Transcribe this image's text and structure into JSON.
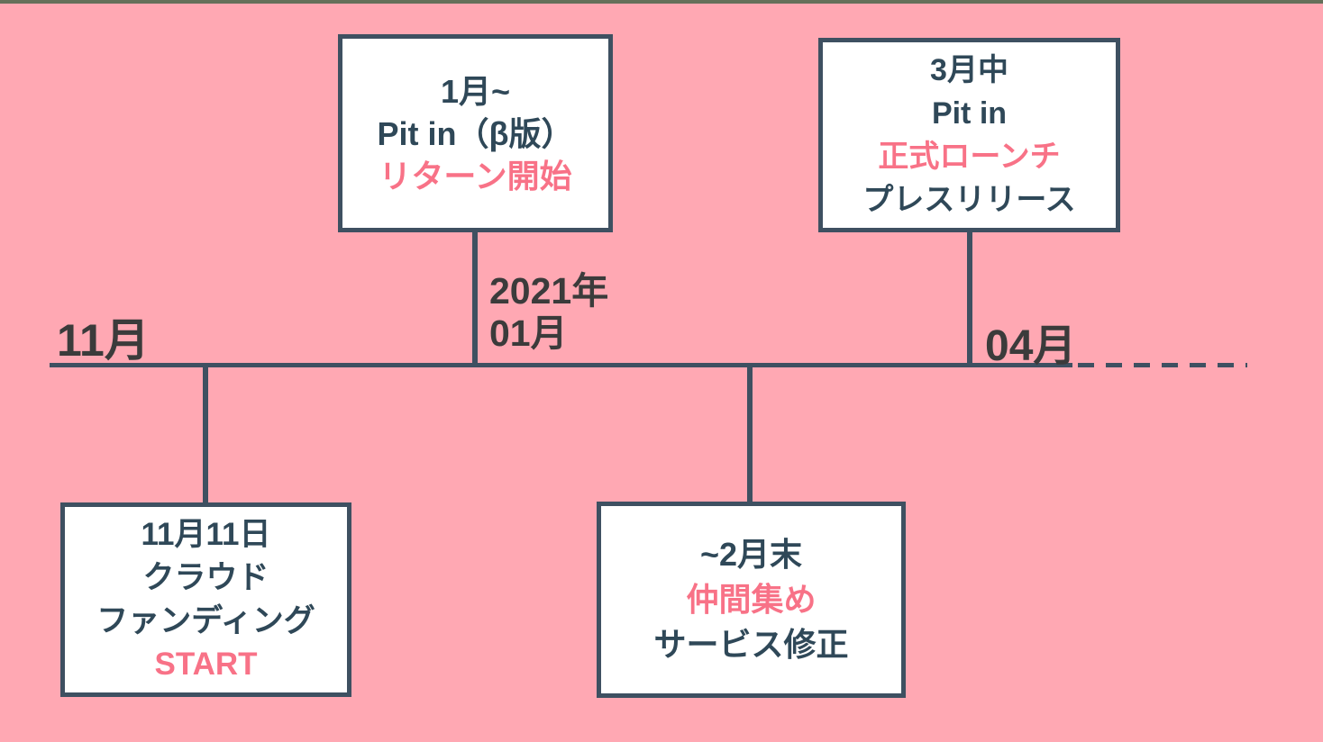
{
  "colors": {
    "background": "#FFA8B3",
    "line": "#3E5061",
    "box_text": "#2F4858",
    "label_text": "#3B3B3B",
    "accent": "#F87287",
    "box_fill": "#FFFFFF"
  },
  "timeline": {
    "month_labels": [
      {
        "text": "11月"
      },
      {
        "line1": "2021年",
        "line2": "01月"
      },
      {
        "text": "04月"
      }
    ]
  },
  "events": [
    {
      "id": "crowdfunding-start",
      "position": "bottom",
      "lines": [
        {
          "text": "11月11日",
          "accent": false
        },
        {
          "text": "クラウド",
          "accent": false
        },
        {
          "text": "ファンディング",
          "accent": false
        },
        {
          "text": "START",
          "accent": true
        }
      ]
    },
    {
      "id": "beta-return",
      "position": "top",
      "lines": [
        {
          "text": "1月~",
          "accent": false
        },
        {
          "text": "Pit in（β版）",
          "accent": false
        },
        {
          "text": "リターン開始",
          "accent": true
        }
      ]
    },
    {
      "id": "team-building",
      "position": "bottom",
      "lines": [
        {
          "text": "~2月末",
          "accent": false
        },
        {
          "text": "仲間集め",
          "accent": true
        },
        {
          "text": "サービス修正",
          "accent": false
        }
      ]
    },
    {
      "id": "official-launch",
      "position": "top",
      "lines": [
        {
          "text": "3月中",
          "accent": false
        },
        {
          "text": "Pit in",
          "accent": false
        },
        {
          "text": "正式ローンチ",
          "accent": true
        },
        {
          "text": "プレスリリース",
          "accent": false
        }
      ]
    }
  ]
}
